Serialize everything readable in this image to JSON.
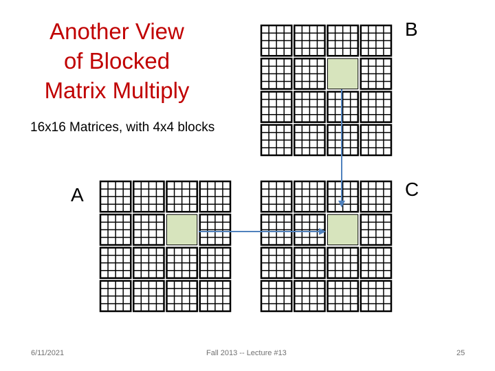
{
  "slide": {
    "title": "Another View\nof Blocked\nMatrix Multiply",
    "subtitle": "16x16 Matrices, with 4x4 blocks"
  },
  "matrices": {
    "b": {
      "label": "B",
      "highlight_block": [
        1,
        2
      ]
    },
    "a": {
      "label": "A",
      "highlight_block": [
        1,
        2
      ]
    },
    "c": {
      "label": "C",
      "highlight_block": [
        1,
        2
      ]
    },
    "size": 16,
    "block_size": 4
  },
  "footer": {
    "date": "6/11/2021",
    "center": "Fall 2013 -- Lecture #13",
    "page": "25"
  },
  "colors": {
    "title": "#c00000",
    "highlight": "#d7e4bd",
    "arrow": "#4f81bd",
    "grid": "#000000"
  }
}
